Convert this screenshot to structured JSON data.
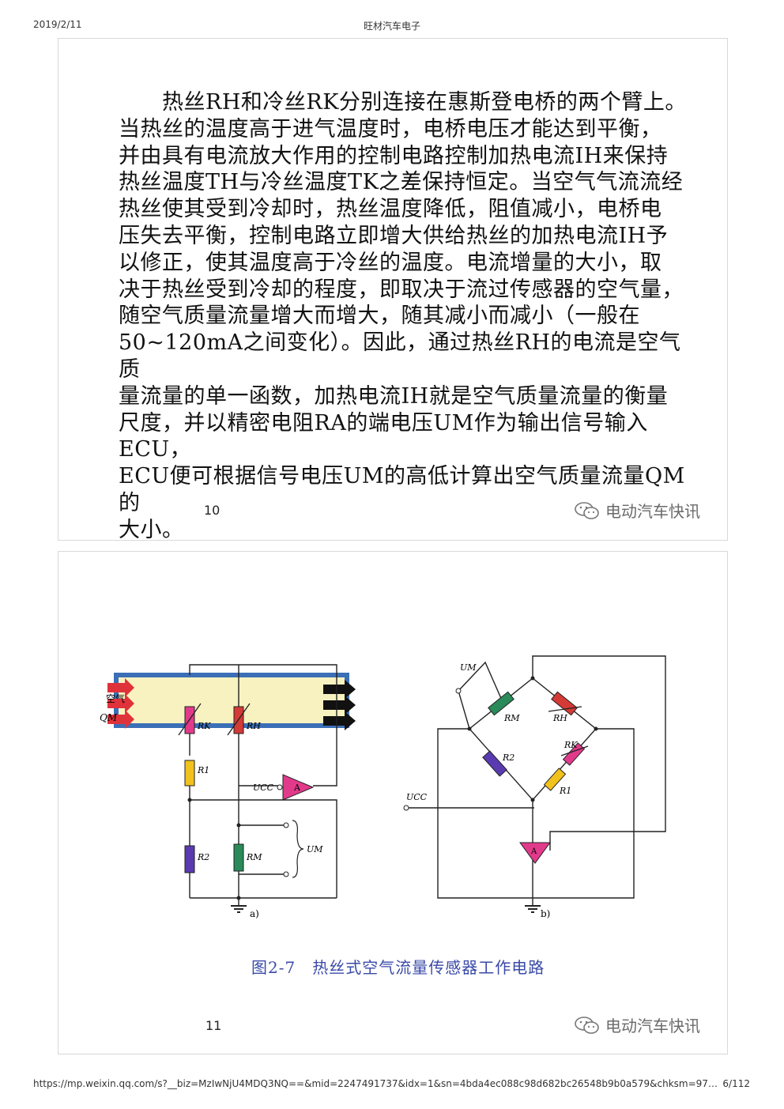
{
  "header": {
    "date": "2019/2/11",
    "title": "旺材汽车电子"
  },
  "footer": {
    "url": "https://mp.weixin.qq.com/s?__biz=MzIwNjU4MDQ3NQ==&mid=2247491737&idx=1&sn=4bda4ec088c98d682bc26548b9b0a579&chksm=971d...",
    "page": "6/112"
  },
  "slide1": {
    "lines": [
      "　　热丝RH和冷丝RK分别连接在惠斯登电桥的两个臂上。",
      "当热丝的温度高于进气温度时，电桥电压才能达到平衡，",
      "并由具有电流放大作用的控制电路控制加热电流IH来保持",
      "热丝温度TH与冷丝温度TK之差保持恒定。当空气气流流经",
      "热丝使其受到冷却时，热丝温度降低，阻值减小，电桥电",
      "压失去平衡，控制电路立即增大供给热丝的加热电流IH予",
      "以修正，使其温度高于冷丝的温度。电流增量的大小，取",
      "决于热丝受到冷却的程度，即取决于流过传感器的空气量，",
      "随空气质量流量增大而增大，随其减小而减小（一般在",
      "50~120mA之间变化）。因此，通过热丝RH的电流是空气质",
      "量流量的单一函数，加热电流IH就是空气质量流量的衡量",
      "尺度，并以精密电阻RA的端电压UM作为输出信号输入ECU，",
      "ECU便可根据信号电压UM的高低计算出空气质量流量QM的",
      "大小。"
    ],
    "page_number": "10",
    "watermark": "电动汽车快讯"
  },
  "slide2": {
    "caption": "图2-7　热丝式空气流量传感器工作电路",
    "page_number": "11",
    "watermark": "电动汽车快讯",
    "figure_labels": {
      "air": "空气",
      "qm": "QM",
      "rk": "RK",
      "rh": "RH",
      "r1": "R1",
      "r2": "R2",
      "rm": "RM",
      "ucc": "UCC",
      "amp": "A",
      "um": "UM",
      "sub_a": "a)",
      "sub_b": "b)"
    }
  }
}
